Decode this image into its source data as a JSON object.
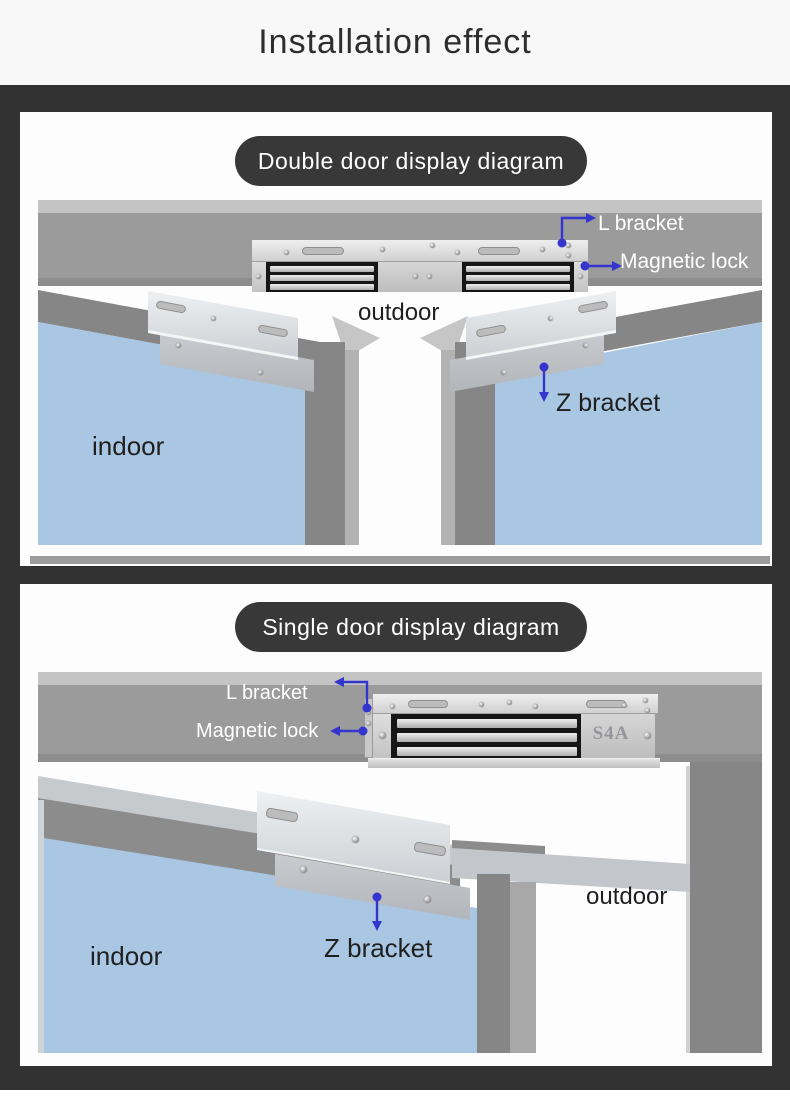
{
  "header": {
    "title": "Installation effect"
  },
  "colors": {
    "page_bg": "#f8f8f8",
    "background_dark": "#323232",
    "panel_white": "#fdfdfd",
    "pill_dark": "#383838",
    "pill_text": "#ffffff",
    "arrow_blue": "#3434cf",
    "glass_blue": "#a9c7e2",
    "beam_gray": "#9b9b9b",
    "metal_dark": "#868686",
    "lock_black": "#161616",
    "label_white": "#ffffff",
    "label_dark": "#1f1f1f",
    "brand_gray": "#95959b"
  },
  "panel_double": {
    "pill_label": "Double door display diagram",
    "labels": {
      "l_bracket": "L bracket",
      "magnetic_lock": "Magnetic lock",
      "outdoor": "outdoor",
      "indoor": "indoor",
      "z_bracket": "Z bracket"
    }
  },
  "panel_single": {
    "pill_label": "Single door display diagram",
    "lock_brand": "S4A",
    "labels": {
      "l_bracket": "L bracket",
      "magnetic_lock": "Magnetic lock",
      "outdoor": "outdoor",
      "indoor": "indoor",
      "z_bracket": "Z bracket"
    }
  }
}
